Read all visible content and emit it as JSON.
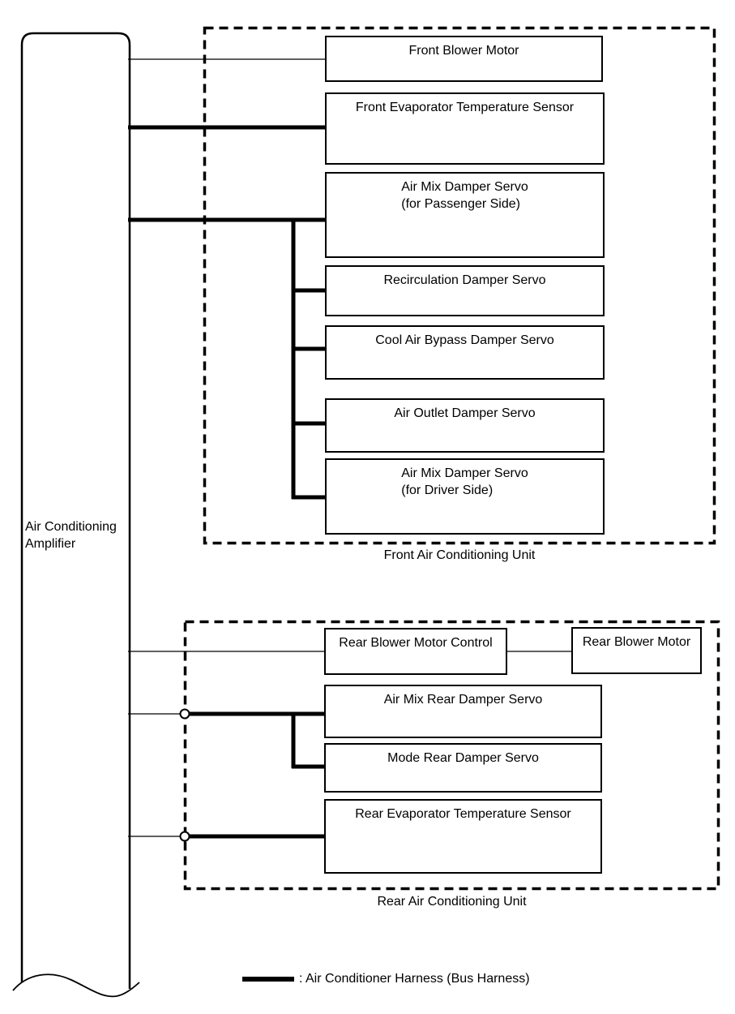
{
  "amplifier": {
    "label_line1": "Air Conditioning",
    "label_line2": "Amplifier"
  },
  "front_unit": {
    "label": "Front Air Conditioning Unit",
    "boxes": {
      "front_blower_motor": "Front Blower Motor",
      "front_evaporator_temperature_sensor": "Front Evaporator Temperature Sensor",
      "air_mix_passenger_line1": "Air Mix Damper Servo",
      "air_mix_passenger_line2": "(for Passenger Side)",
      "recirculation_damper_servo": "Recirculation Damper Servo",
      "cool_air_bypass_damper_servo": "Cool Air Bypass Damper Servo",
      "air_outlet_damper_servo": "Air Outlet Damper Servo",
      "air_mix_driver_line1": "Air Mix Damper Servo",
      "air_mix_driver_line2": "(for Driver Side)"
    }
  },
  "rear_unit": {
    "label": "Rear Air Conditioning Unit",
    "boxes": {
      "rear_blower_motor_control": "Rear Blower Motor Control",
      "rear_blower_motor": "Rear Blower Motor",
      "air_mix_rear_damper_servo": "Air Mix Rear Damper Servo",
      "mode_rear_damper_servo": "Mode Rear Damper Servo",
      "rear_evaporator_temperature_sensor": "Rear Evaporator Temperature Sensor"
    }
  },
  "legend": {
    "bus_harness": ": Air Conditioner Harness (Bus Harness)"
  },
  "colors": {
    "line": "#000000",
    "background": "#ffffff"
  }
}
